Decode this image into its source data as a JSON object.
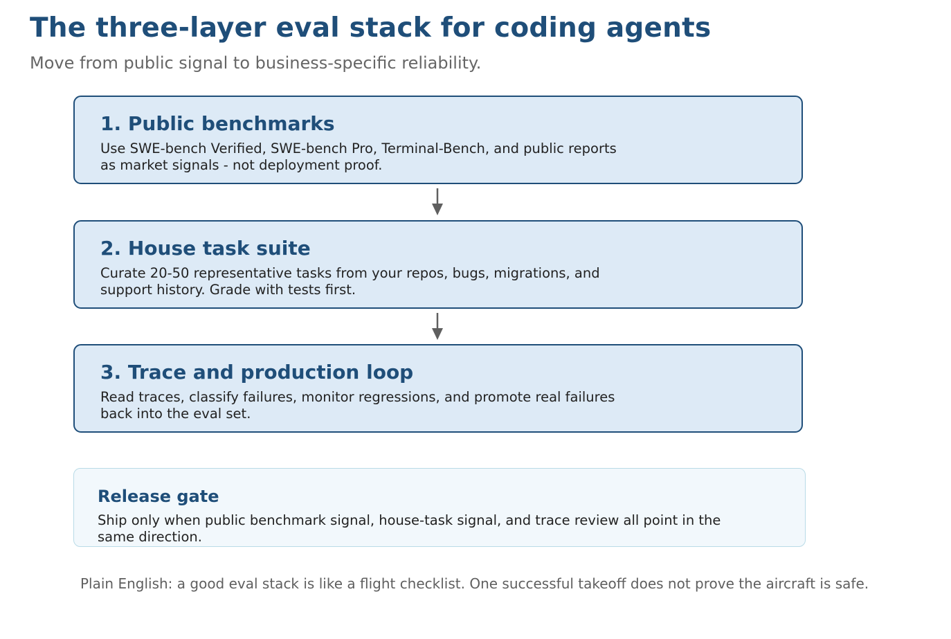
{
  "header": {
    "title": "The three-layer eval stack for coding agents",
    "subtitle": "Move from public signal to business-specific reliability."
  },
  "layers": [
    {
      "title": "1. Public benchmarks",
      "description": "Use SWE-bench Verified, SWE-bench Pro, Terminal-Bench, and public reports as market signals - not deployment proof."
    },
    {
      "title": "2. House task suite",
      "description": "Curate 20-50 representative tasks from your repos, bugs, migrations, and support history. Grade with tests first."
    },
    {
      "title": "3. Trace and production loop",
      "description": "Read traces, classify failures, monitor regressions, and promote real failures back into the eval set."
    }
  ],
  "release_gate": {
    "title": "Release gate",
    "description": "Ship only when public benchmark signal, house-task signal, and trace review all point in the same direction."
  },
  "footer": {
    "note": "Plain English: a good eval stack is like a flight checklist. One successful takeoff does not prove the aircraft is safe."
  },
  "colors": {
    "accent": "#1f4e79",
    "box_fill": "#ddeaf6",
    "gate_fill": "#f2f8fc",
    "gate_border": "#b9dbe7",
    "arrow": "#5f5f5f"
  }
}
